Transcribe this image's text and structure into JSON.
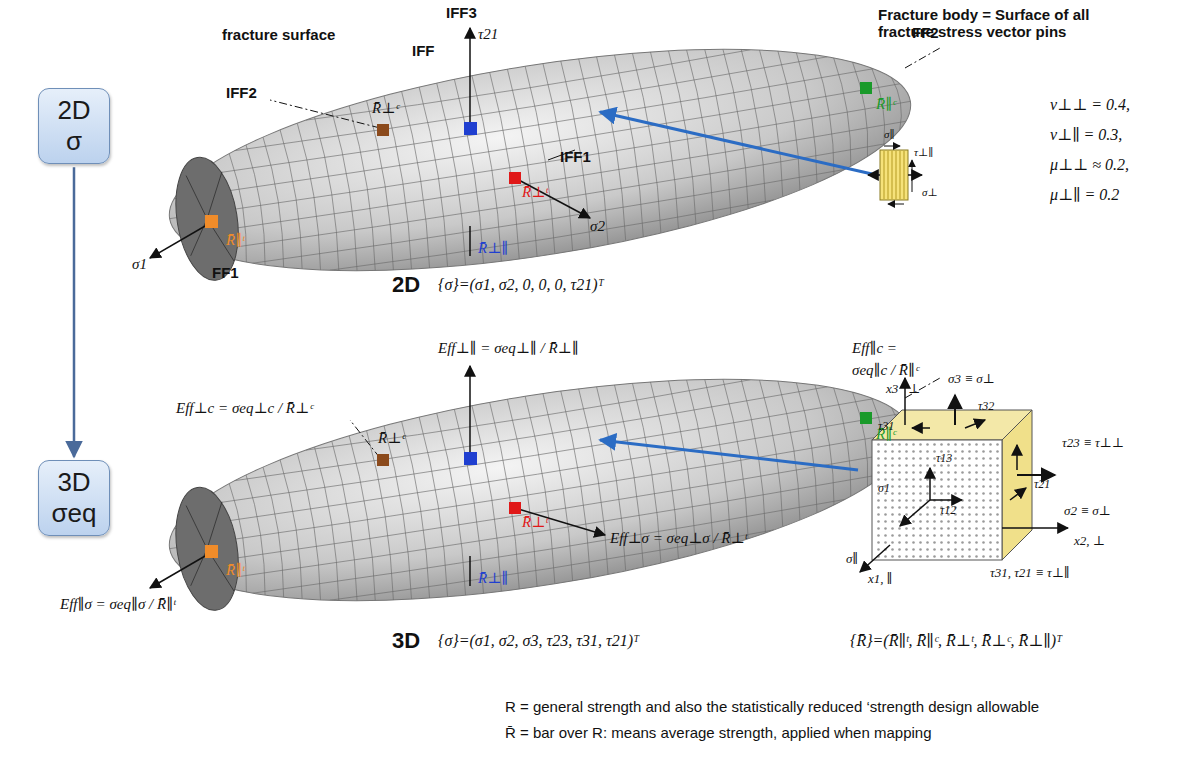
{
  "diagram": {
    "nodes": [
      {
        "text": [
          "2D σ"
        ]
      },
      {
        "text": [
          "3D σeq"
        ]
      }
    ],
    "edges": [
      {
        "from": 0,
        "to": 1,
        "arrow": "to"
      }
    ],
    "labels": [
      "Fracture body = Surface of all fracture stress vector pins",
      "fracture surface",
      "IFF",
      "IFF3",
      "τ21",
      "FF2",
      "IFF2",
      "R̄⊥ᶜ",
      "R̄∥ᶜ",
      "IFF1",
      "R̄⊥ᵗ",
      "σ2",
      "R̄⊥∥",
      "σ1",
      "R̄∥ᵗ",
      "FF1",
      "2D",
      "{σ}=(σ1, σ2, 0, 0, 0, τ21)ᵀ",
      "ν⊥⊥ = 0.4,",
      "ν⊥∥ = 0.3,",
      "μ⊥⊥ ≈ 0.2,",
      "μ⊥∥ = 0.2",
      "σ∥",
      "τ⊥∥",
      "σ⊥",
      "Eff⊥∥ = σeq⊥∥ / R̄⊥∥",
      "Eff∥c =",
      "σeq∥c / R̄∥ᶜ",
      "Eff⊥c = σeq⊥c / R̄⊥ᶜ",
      "R̄⊥ᶜ",
      "R̄∥ᶜ",
      "R̄⊥ᵗ",
      "Eff⊥σ = σeq⊥σ / R̄⊥ᵗ",
      "R̄⊥∥",
      "R̄∥ᵗ",
      "Eff∥σ = σeq∥σ / R̄∥ᵗ",
      "3D",
      "{σ}=(σ1, σ2, σ3, τ23, τ31, τ21)ᵀ",
      "{R̄}=(R̄∥ᵗ, R̄∥ᶜ, R̄⊥ᵗ, R̄⊥ᶜ, R̄⊥∥)ᵀ",
      "x3",
      "⊥",
      "σ3 ≡ σ⊥",
      "τ31",
      "τ32",
      "τ13",
      "τ23 ≡ τ⊥⊥",
      "τ21",
      "σ2 ≡ σ⊥",
      "x2, ⊥",
      "σ1",
      "τ12",
      "σ∥",
      "x1, ∥",
      "τ31, τ21 ≡ τ⊥∥",
      "R = general strength and also the statistically reduced ‘strength design allowable",
      "R̄ = bar over R: means average strength, applied when mapping"
    ]
  }
}
